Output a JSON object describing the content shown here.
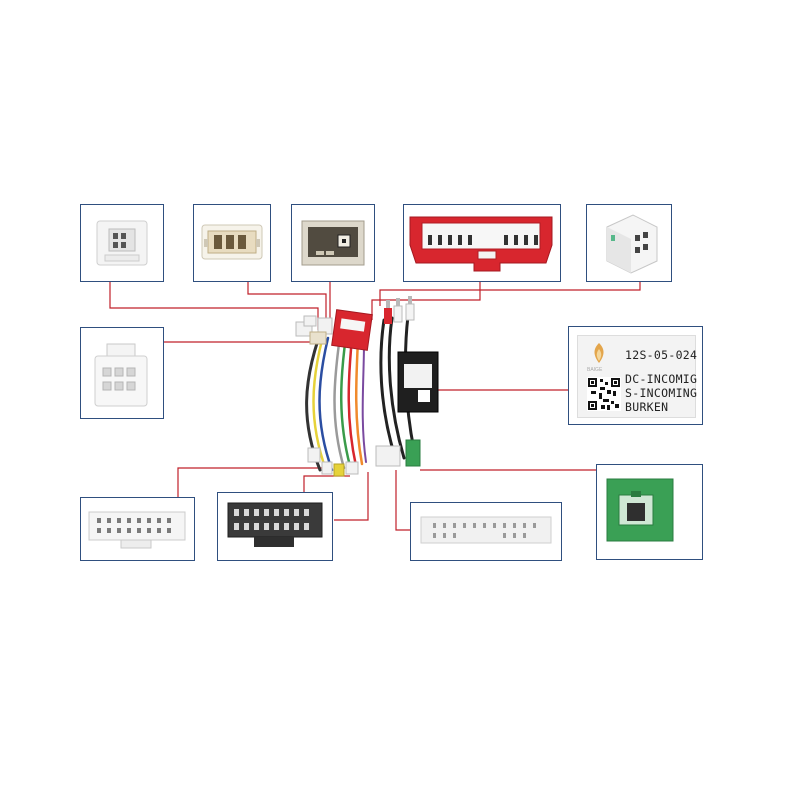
{
  "label": {
    "part_number": "12S-05-024",
    "line1": "DC-INCOMIG",
    "line2": "S-INCOMING",
    "line3": "BURKEN",
    "brand": "BAIGE"
  },
  "colors": {
    "panel_border": "#2f4f7f",
    "leader_line": "#c0202a",
    "connector_red": "#d8262e",
    "connector_green": "#3aa055",
    "connector_black": "#3a3a3a",
    "connector_white": "#f2f2f2",
    "connector_beige": "#e9e1cd"
  }
}
